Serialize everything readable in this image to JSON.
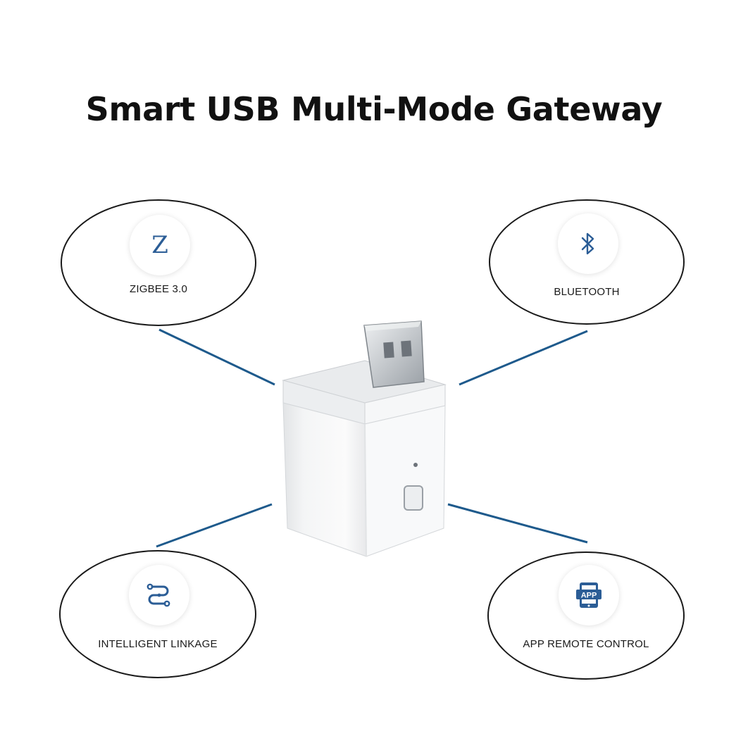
{
  "title": "Smart USB Multi-Mode Gateway",
  "colors": {
    "connector": "#1e5a8c",
    "icon": "#2b5d96",
    "outline": "#1a1a1a"
  },
  "features": [
    {
      "id": "zigbee",
      "label": "ZIGBEE 3.0",
      "icon_name": "zigbee-z-icon",
      "icon_glyph": "Z"
    },
    {
      "id": "bluetooth",
      "label": "BLUETOOTH",
      "icon_name": "bluetooth-icon"
    },
    {
      "id": "linkage",
      "label": "INTELLIGENT LINKAGE",
      "icon_name": "linkage-icon"
    },
    {
      "id": "app",
      "label": "APP REMOTE CONTROL",
      "icon_name": "app-phone-icon",
      "icon_text": "APP"
    }
  ],
  "device": {
    "icon_name": "usb-gateway-dongle"
  }
}
